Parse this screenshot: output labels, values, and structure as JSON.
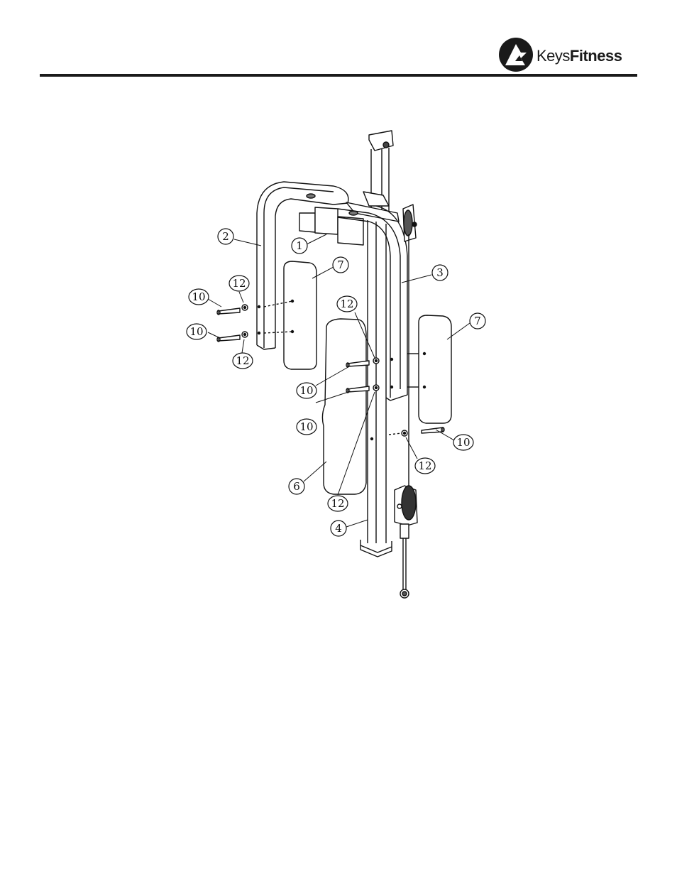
{
  "brand": {
    "name_part1": "Keys",
    "name_part2": "Fitness",
    "logo_icon": "keys-fitness-logo-icon",
    "color": "#1a1a1a"
  },
  "callouts": [
    {
      "id": "c1",
      "label": "1"
    },
    {
      "id": "c2",
      "label": "2"
    },
    {
      "id": "c3",
      "label": "3"
    },
    {
      "id": "c4",
      "label": "4"
    },
    {
      "id": "c6",
      "label": "6"
    },
    {
      "id": "c7a",
      "label": "7"
    },
    {
      "id": "c7b",
      "label": "7"
    },
    {
      "id": "c10a",
      "label": "10"
    },
    {
      "id": "c10b",
      "label": "10"
    },
    {
      "id": "c10c",
      "label": "10"
    },
    {
      "id": "c10d",
      "label": "10"
    },
    {
      "id": "c10e",
      "label": "10"
    },
    {
      "id": "c12a",
      "label": "12"
    },
    {
      "id": "c12b",
      "label": "12"
    },
    {
      "id": "c12c",
      "label": "12"
    },
    {
      "id": "c12d",
      "label": "12"
    },
    {
      "id": "c12e",
      "label": "12"
    }
  ]
}
